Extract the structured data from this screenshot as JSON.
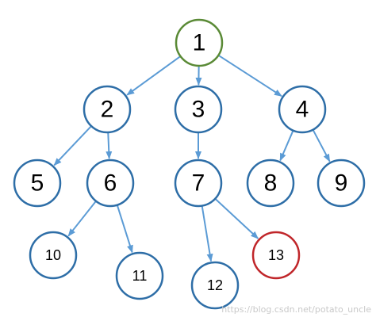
{
  "colors": {
    "node_stroke_default": "#2e6ea7",
    "node_stroke_root": "#5a8a36",
    "node_stroke_highlight": "#c0262a",
    "edge": "#5b9bd5",
    "background": "#ffffff"
  },
  "tree": {
    "nodes": [
      {
        "id": "1",
        "label": "1",
        "variant": "root"
      },
      {
        "id": "2",
        "label": "2",
        "variant": "default"
      },
      {
        "id": "3",
        "label": "3",
        "variant": "default"
      },
      {
        "id": "4",
        "label": "4",
        "variant": "default"
      },
      {
        "id": "5",
        "label": "5",
        "variant": "default"
      },
      {
        "id": "6",
        "label": "6",
        "variant": "default"
      },
      {
        "id": "7",
        "label": "7",
        "variant": "default"
      },
      {
        "id": "8",
        "label": "8",
        "variant": "default"
      },
      {
        "id": "9",
        "label": "9",
        "variant": "default"
      },
      {
        "id": "10",
        "label": "10",
        "variant": "default"
      },
      {
        "id": "11",
        "label": "11",
        "variant": "default"
      },
      {
        "id": "12",
        "label": "12",
        "variant": "default"
      },
      {
        "id": "13",
        "label": "13",
        "variant": "highlight"
      }
    ],
    "edges": [
      {
        "from": "1",
        "to": "2"
      },
      {
        "from": "1",
        "to": "3"
      },
      {
        "from": "1",
        "to": "4"
      },
      {
        "from": "2",
        "to": "5"
      },
      {
        "from": "2",
        "to": "6"
      },
      {
        "from": "3",
        "to": "7"
      },
      {
        "from": "4",
        "to": "8"
      },
      {
        "from": "4",
        "to": "9"
      },
      {
        "from": "6",
        "to": "10"
      },
      {
        "from": "6",
        "to": "11"
      },
      {
        "from": "7",
        "to": "12"
      },
      {
        "from": "7",
        "to": "13"
      }
    ]
  },
  "watermark": {
    "text": "https://blog.csdn.net/potato_uncle"
  }
}
